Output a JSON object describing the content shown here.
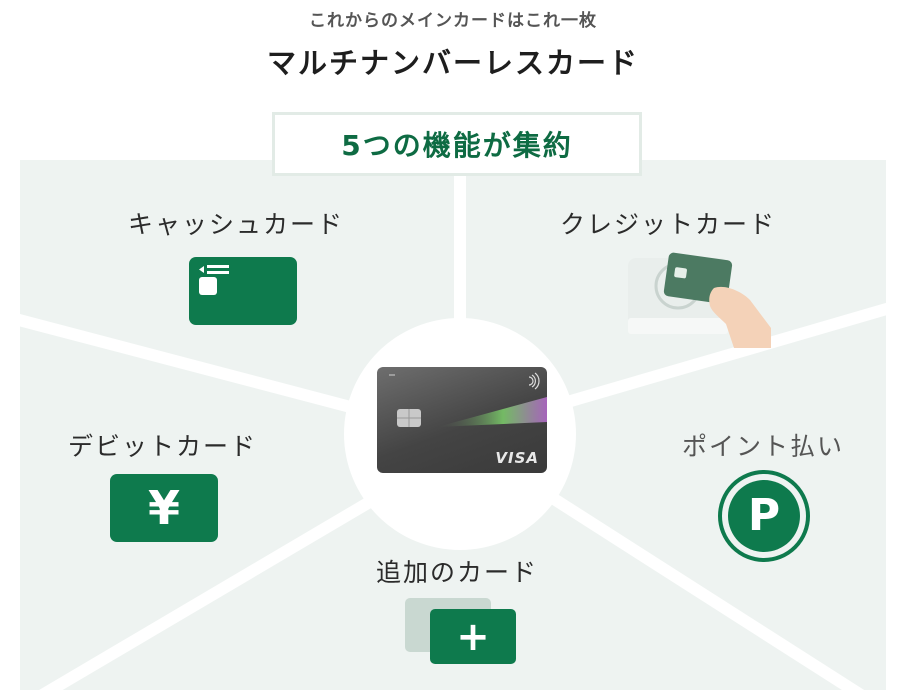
{
  "header": {
    "subtitle": "これからのメインカードはこれ一枚",
    "title": "マルチナンバーレスカード"
  },
  "banner": {
    "label": "5つの機能が集約"
  },
  "features": {
    "cash": "キャッシュカード",
    "credit": "クレジットカード",
    "debit": "デビットカード",
    "point": "ポイント払い",
    "additional": "追加のカード"
  },
  "card": {
    "brand": "VISA"
  },
  "icons": {
    "debit_symbol": "¥",
    "point_symbol": "P",
    "additional_symbol": "+"
  },
  "colors": {
    "brand_green": "#0e7a4d",
    "panel_bg": "#eef3f1",
    "banner_text": "#0e6b43"
  }
}
